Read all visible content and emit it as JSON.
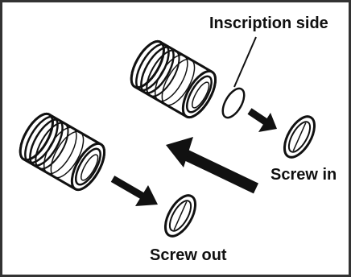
{
  "labels": {
    "inscription_side": "Inscription side",
    "screw_in": "Screw in",
    "screw_out": "Screw out"
  },
  "colors": {
    "ink": "#111111",
    "frame": "#333333",
    "background": "#ffffff"
  }
}
